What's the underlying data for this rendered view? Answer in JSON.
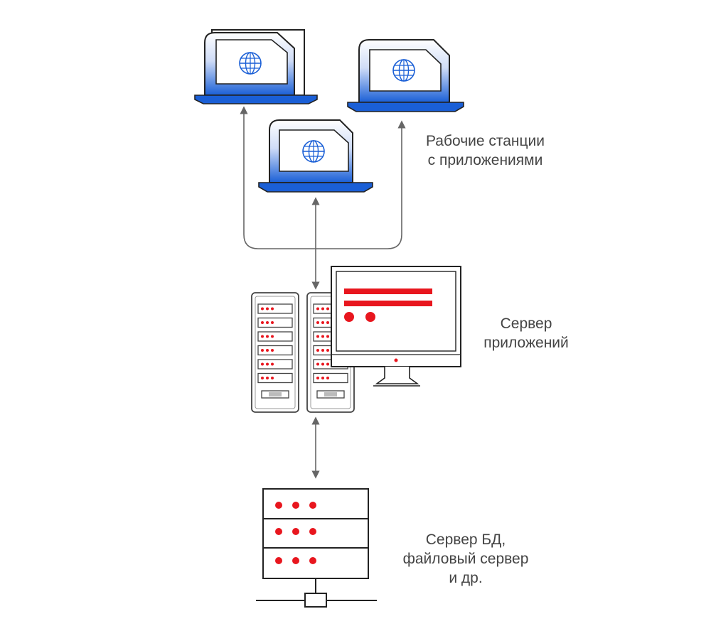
{
  "labels": {
    "workstations": [
      "Рабочие станции",
      "с приложениями"
    ],
    "app_server": [
      "Сервер",
      "приложений"
    ],
    "db_server": [
      "Сервер БД,",
      "файловый сервер",
      "и др."
    ]
  },
  "colors": {
    "laptop_blue": "#1a5fd6",
    "laptop_gradient_top": "#ffffff",
    "accent_red": "#e8161e",
    "outline": "#222222",
    "connector": "#666666",
    "label_text": "#444444"
  },
  "icons": {
    "workstation": "laptop-globe-icon",
    "app_server": "rack-server-icon",
    "monitor": "monitor-icon",
    "db_server": "database-server-icon"
  }
}
